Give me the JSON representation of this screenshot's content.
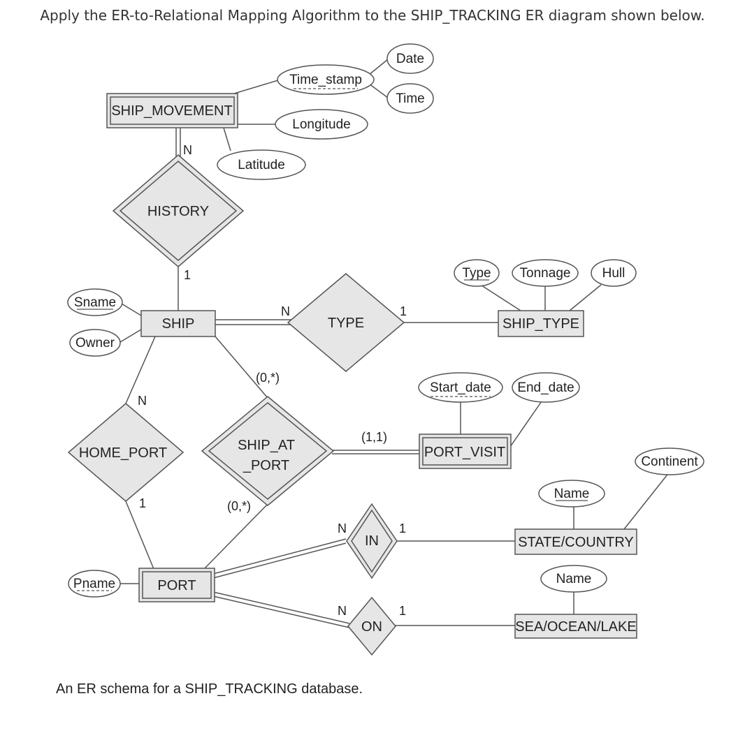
{
  "prompt": "Apply the ER-to-Relational Mapping Algorithm to the SHIP_TRACKING ER diagram shown below.",
  "caption": "An ER schema for a SHIP_TRACKING database.",
  "colors": {
    "entity_fill": "#e6e6e6",
    "relationship_fill": "#e6e6e6",
    "line": "#555555",
    "attribute_fill": "#ffffff"
  },
  "entities": {
    "ship_movement": "SHIP_MOVEMENT",
    "ship": "SHIP",
    "ship_type": "SHIP_TYPE",
    "port_visit": "PORT_VISIT",
    "state_country": "STATE/COUNTRY",
    "port": "PORT",
    "sea_ocean_lake": "SEA/OCEAN/LAKE"
  },
  "relationships": {
    "history": "HISTORY",
    "type": "TYPE",
    "home_port": "HOME_PORT",
    "ship_at_port_line1": "SHIP_AT",
    "ship_at_port_line2": "_PORT",
    "in": "IN",
    "on": "ON"
  },
  "attributes": {
    "time_stamp": "Time_stamp",
    "date": "Date",
    "time": "Time",
    "longitude": "Longitude",
    "latitude": "Latitude",
    "sname": "Sname",
    "owner": "Owner",
    "type": "Type",
    "tonnage": "Tonnage",
    "hull": "Hull",
    "start_date": "Start_date",
    "end_date": "End_date",
    "continent": "Continent",
    "state_name": "Name",
    "sea_name": "Name",
    "pname": "Pname"
  },
  "cardinalities": {
    "history_ship_movement": "N",
    "history_ship": "1",
    "type_ship": "N",
    "type_ship_type": "1",
    "home_port_ship": "N",
    "home_port_port": "1",
    "ship_at_port_ship": "(0,*)",
    "ship_at_port_port": "(0,*)",
    "ship_at_port_visit": "(1,1)",
    "in_port": "N",
    "in_state": "1",
    "on_port": "N",
    "on_sea": "1"
  }
}
